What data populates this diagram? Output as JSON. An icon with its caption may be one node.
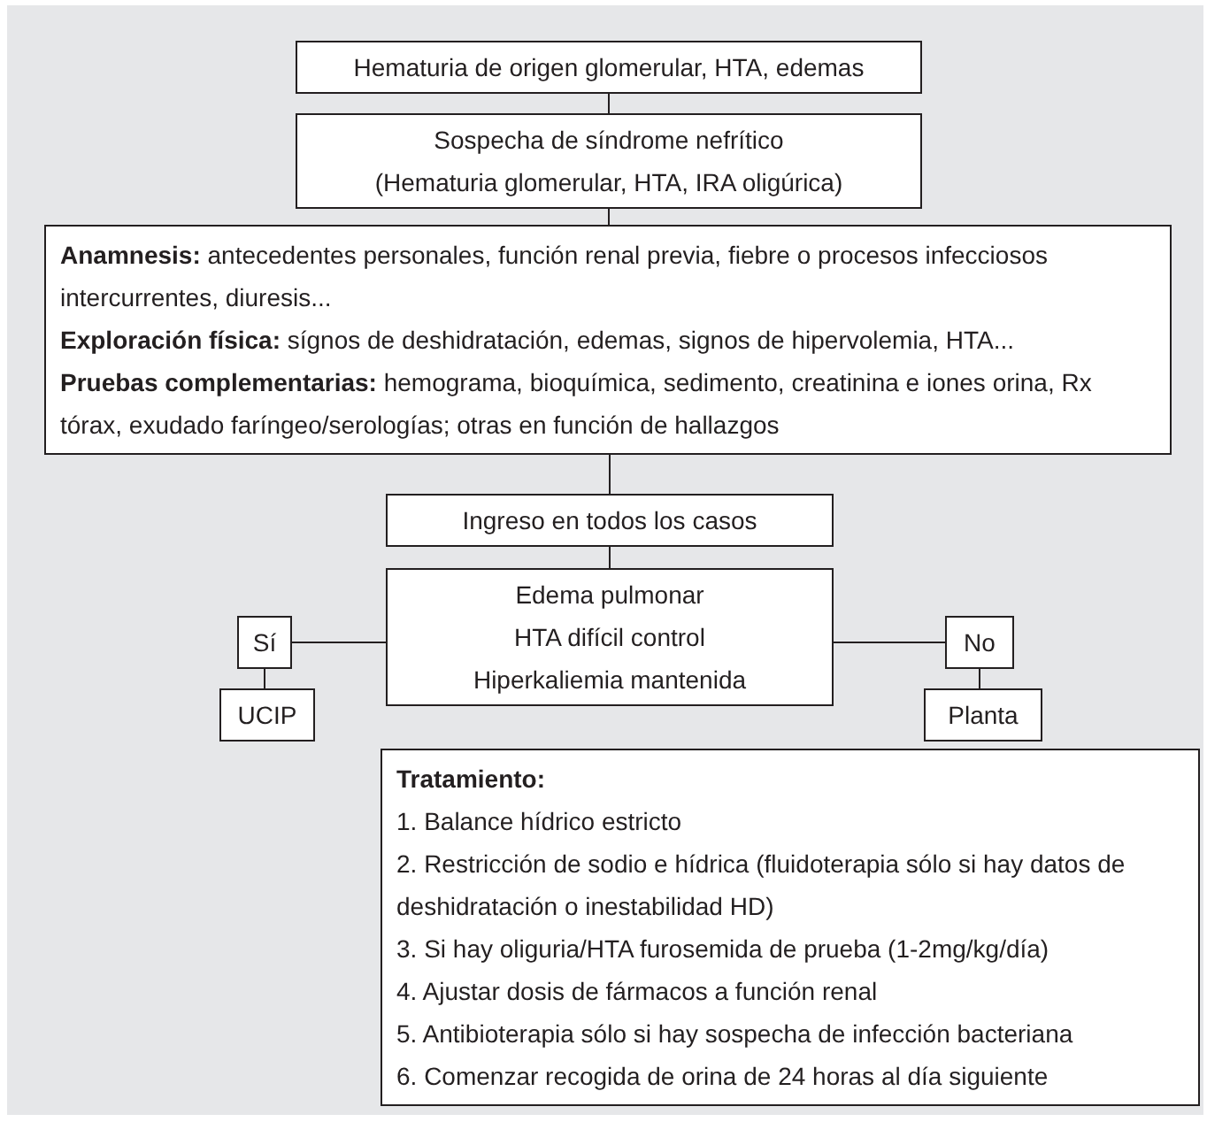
{
  "diagram": {
    "nodes": [
      {
        "text": [
          "Hematuria de origen glomerular, HTA, edemas"
        ]
      },
      {
        "text": [
          "Sospecha de síndrome nefrítico",
          "(Hematuria glomerular, HTA, IRA oligúrica)"
        ]
      },
      {
        "text": [
          "**Anamnesis:** antecedentes personales, función renal previa, fiebre o procesos infecciosos intercurrentes, diuresis...",
          "**Exploración física:** sígnos de deshidratación, edemas, signos de hipervolemia, HTA...",
          "**Pruebas complementarias:** hemograma, bioquímica, sedimento, creatinina e iones orina, Rx tórax, exudado faríngeo/serologías; otras en función de hallazgos"
        ]
      },
      {
        "text": [
          "Ingreso en todos los casos"
        ]
      },
      {
        "text": [
          "Edema pulmonar",
          "HTA difícil control",
          "Hiperkaliemia mantenida"
        ]
      },
      {
        "text": [
          "Sí"
        ]
      },
      {
        "text": [
          "UCIP"
        ]
      },
      {
        "text": [
          "No"
        ]
      },
      {
        "text": [
          "Planta"
        ]
      },
      {
        "text": [
          "Tratamiento:",
          "1. Balance hídrico estricto",
          "2. Restricción de sodio e hídrica (fluidoterapia sólo si hay datos de deshidratación o inestabilidad HD)",
          "3. Si hay oliguria/HTA furosemida de prueba (1-2mg/kg/día)",
          "4. Ajustar dosis de fármacos a función renal",
          "5. Antibioterapia sólo si hay sospecha de infección bacteriana",
          "6. Comenzar recogida de orina de 24 horas al día siguiente"
        ]
      }
    ],
    "edges": [
      {
        "from": 0,
        "to": 1,
        "arrow": "none"
      },
      {
        "from": 1,
        "to": 2,
        "arrow": "none"
      },
      {
        "from": 2,
        "to": 3,
        "arrow": "none"
      },
      {
        "from": 3,
        "to": 4,
        "arrow": "none"
      },
      {
        "from": 4,
        "to": 5,
        "arrow": "none"
      },
      {
        "from": 5,
        "to": 6,
        "arrow": "none"
      },
      {
        "from": 4,
        "to": 7,
        "arrow": "none"
      },
      {
        "from": 7,
        "to": 8,
        "arrow": "none"
      }
    ]
  }
}
